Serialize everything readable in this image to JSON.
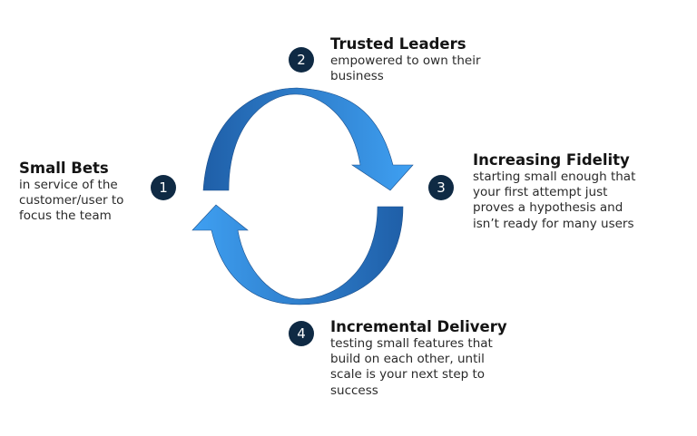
{
  "colors": {
    "badge": "#0f2a44",
    "arrow_dark": "#1f5fa8",
    "arrow_light": "#3fa0f2"
  },
  "steps": [
    {
      "number": "1",
      "title": "Small Bets",
      "desc": [
        "in service of the",
        "customer/user to",
        "focus the team"
      ]
    },
    {
      "number": "2",
      "title": "Trusted Leaders",
      "desc": [
        "empowered to own their",
        "business"
      ]
    },
    {
      "number": "3",
      "title": "Increasing Fidelity",
      "desc": [
        "starting small enough that",
        "your first attempt just",
        "proves a hypothesis and",
        "isn’t ready for many users"
      ]
    },
    {
      "number": "4",
      "title": "Incremental Delivery",
      "desc": [
        "testing small features that",
        "build on each other, until",
        "scale is your next step to",
        "success"
      ]
    }
  ]
}
